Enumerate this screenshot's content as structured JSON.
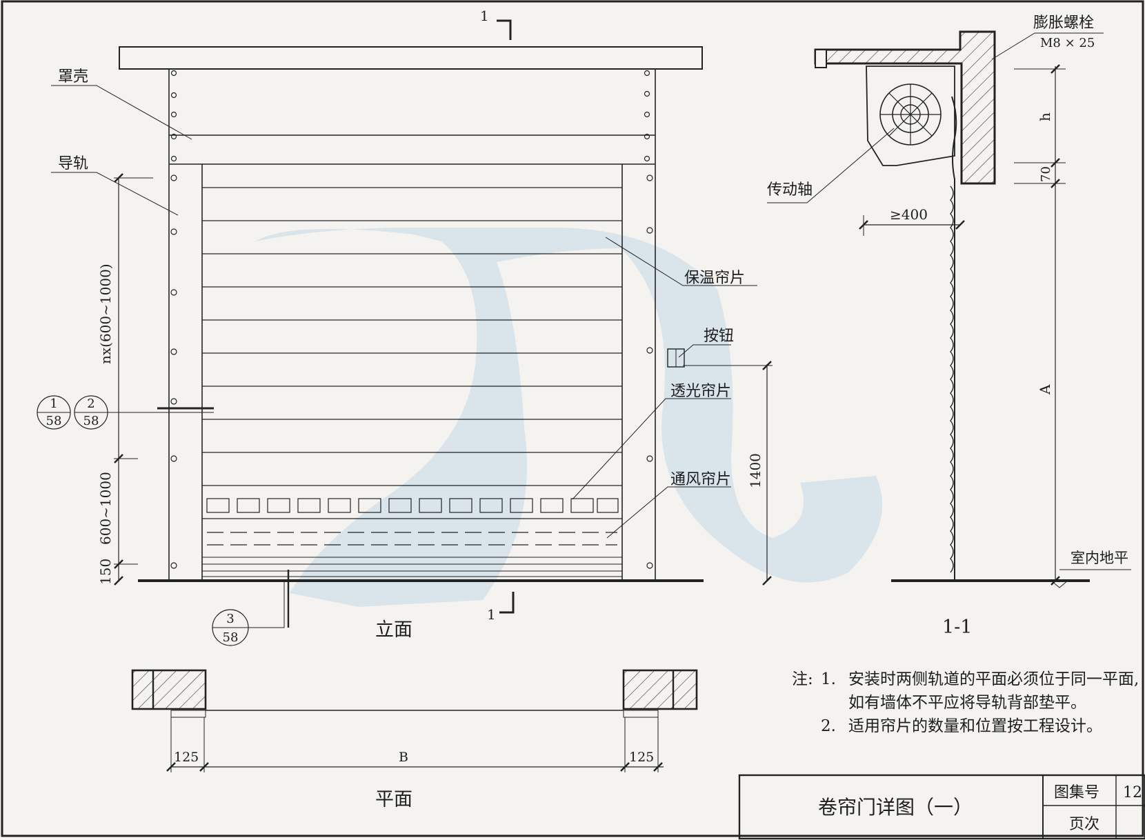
{
  "elevation": {
    "view_label": "立面",
    "labels": {
      "hood": "罩壳",
      "guide_rail": "导轨",
      "insulated_slat": "保温帘片",
      "button": "按钮",
      "transparent_slat": "透光帘片",
      "vent_slat": "通风帘片"
    },
    "dims": {
      "upper_span": "nx(600~1000)",
      "lower_span": "600~1000",
      "bottom_gap": "150",
      "button_height": "1400"
    },
    "section_marks": [
      "1",
      "1"
    ],
    "detail_refs": [
      {
        "num": "1",
        "sheet": "58"
      },
      {
        "num": "2",
        "sheet": "58"
      },
      {
        "num": "3",
        "sheet": "58"
      }
    ]
  },
  "section": {
    "view_label": "1-1",
    "labels": {
      "anchor_bolt": "膨胀螺栓",
      "anchor_bolt_spec": "M8 × 25",
      "drive_shaft": "传动轴",
      "floor": "室内地平"
    },
    "dims": {
      "h": "h",
      "d70": "70",
      "clearance": "≥400",
      "A": "A"
    }
  },
  "plan": {
    "view_label": "平面",
    "dims": {
      "left": "125",
      "middle": "B",
      "right": "125"
    }
  },
  "notes": {
    "prefix": "注:",
    "items": [
      {
        "num": "1.",
        "lines": [
          "安装时两侧轨道的平面必须位于同一平面,",
          "如有墙体不平应将导轨背部垫平。"
        ]
      },
      {
        "num": "2.",
        "lines": [
          "适用帘片的数量和位置按工程设计。"
        ]
      }
    ]
  },
  "title_block": {
    "title": "卷帘门详图（一）",
    "atlas_label": "图集号",
    "atlas_value": "12",
    "page_label": "页次"
  }
}
